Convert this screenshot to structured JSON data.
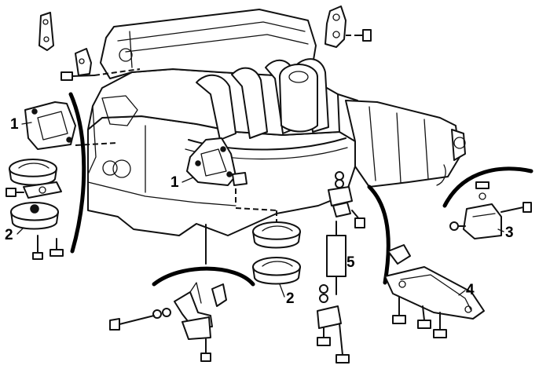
{
  "callouts": [
    {
      "id": "left-mount",
      "label": "1"
    },
    {
      "id": "center-mount",
      "label": "1"
    },
    {
      "id": "left-cushion",
      "label": "2"
    },
    {
      "id": "lower-cushion",
      "label": "2"
    },
    {
      "id": "rear-mount",
      "label": "3"
    },
    {
      "id": "crossmember",
      "label": "4"
    },
    {
      "id": "damper",
      "label": "5"
    }
  ],
  "colors": {
    "line": "#111111",
    "background": "#ffffff"
  }
}
